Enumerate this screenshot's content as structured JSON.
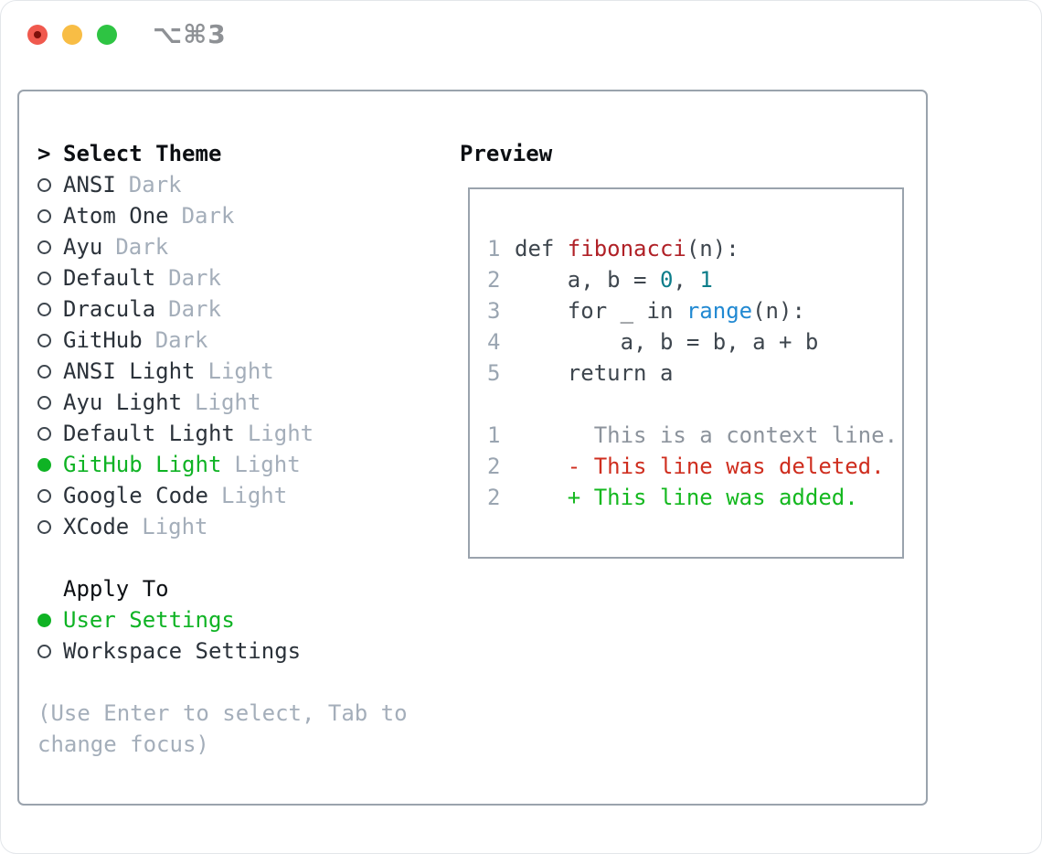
{
  "window": {
    "title": "⌥⌘3"
  },
  "theme_picker": {
    "prompt": ">",
    "title": "Select Theme",
    "items": [
      {
        "label": "ANSI",
        "variant": "Dark",
        "selected": false
      },
      {
        "label": "Atom One",
        "variant": "Dark",
        "selected": false
      },
      {
        "label": "Ayu",
        "variant": "Dark",
        "selected": false
      },
      {
        "label": "Default",
        "variant": "Dark",
        "selected": false
      },
      {
        "label": "Dracula",
        "variant": "Dark",
        "selected": false
      },
      {
        "label": "GitHub",
        "variant": "Dark",
        "selected": false
      },
      {
        "label": "ANSI Light",
        "variant": "Light",
        "selected": false
      },
      {
        "label": "Ayu Light",
        "variant": "Light",
        "selected": false
      },
      {
        "label": "Default Light",
        "variant": "Light",
        "selected": false
      },
      {
        "label": "GitHub Light",
        "variant": "Light",
        "selected": true
      },
      {
        "label": "Google Code",
        "variant": "Light",
        "selected": false
      },
      {
        "label": "XCode",
        "variant": "Light",
        "selected": false
      }
    ],
    "apply_to": {
      "header": "Apply To",
      "options": [
        {
          "label": "User Settings",
          "selected": true
        },
        {
          "label": "Workspace Settings",
          "selected": false
        }
      ]
    },
    "hint_lines": [
      "(Use Enter to select, Tab to",
      "change focus)"
    ]
  },
  "preview": {
    "header": "Preview",
    "lines": [
      {
        "num": "1",
        "kind": "code",
        "segments": [
          {
            "t": "def ",
            "c": "code"
          },
          {
            "t": "fibonacci",
            "c": "func"
          },
          {
            "t": "(n):",
            "c": "code"
          }
        ]
      },
      {
        "num": "2",
        "kind": "code",
        "segments": [
          {
            "t": "    a, b = ",
            "c": "code"
          },
          {
            "t": "0",
            "c": "literal"
          },
          {
            "t": ", ",
            "c": "code"
          },
          {
            "t": "1",
            "c": "literal"
          }
        ]
      },
      {
        "num": "3",
        "kind": "code",
        "segments": [
          {
            "t": "    for _ in ",
            "c": "code"
          },
          {
            "t": "range",
            "c": "builtin"
          },
          {
            "t": "(n):",
            "c": "code"
          }
        ]
      },
      {
        "num": "4",
        "kind": "code",
        "segments": [
          {
            "t": "        a, b = b, a + b",
            "c": "code"
          }
        ]
      },
      {
        "num": "5",
        "kind": "code",
        "segments": [
          {
            "t": "    return a",
            "c": "code"
          }
        ]
      },
      {
        "num": "",
        "kind": "blank",
        "segments": []
      },
      {
        "num": "1",
        "kind": "diff-context",
        "segments": [
          {
            "t": "      This is a context line.",
            "c": "context"
          }
        ]
      },
      {
        "num": "2",
        "kind": "diff-deleted",
        "segments": [
          {
            "t": "    - This line was deleted.",
            "c": "deleted"
          }
        ]
      },
      {
        "num": "2",
        "kind": "diff-added",
        "segments": [
          {
            "t": "    + This line was added.",
            "c": "added"
          }
        ]
      }
    ]
  },
  "colors": {
    "accent_green": "#0fb324",
    "text_primary": "#2b323a",
    "text_code": "#3e464e",
    "text_muted": "#a4aeba",
    "line_number": "#9aa5b1",
    "context_gray": "#8c939c",
    "deleted_red": "#cf2e1f",
    "added_green": "#14b81f",
    "func_red": "#b02127",
    "literal_teal": "#0c7d8a",
    "builtin_blue": "#2189d2",
    "panel_border": "#9aa3ad",
    "titlebar_gray": "#8e9195",
    "traffic_red": "#f0594e",
    "traffic_red_dot": "#7e100a",
    "traffic_yellow": "#f8bd45",
    "traffic_green": "#2ec443"
  }
}
